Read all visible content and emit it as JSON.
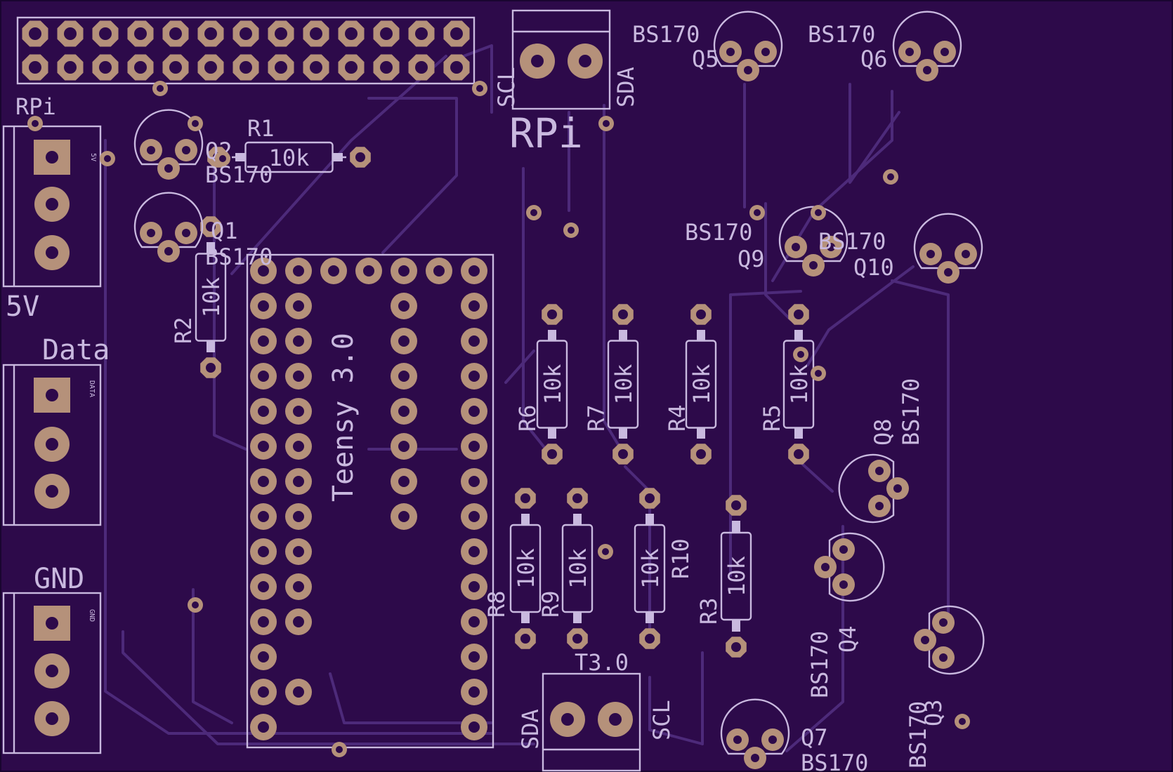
{
  "colors": {
    "board": "#2d0a4a",
    "silk": "#c9b9df",
    "trace": "#4d2a7a",
    "pad": "#b5917a",
    "edge": "#1a0530"
  },
  "labels": {
    "rpi_small": "RPi",
    "rpi_header": "RPi",
    "power_5v": "5V",
    "data": "Data",
    "gnd": "GND",
    "tiny_5v": "5V",
    "tiny_data": "DATA",
    "tiny_gnd": "GND",
    "teensy": "Teensy 3.0",
    "t30": "T3.0",
    "scl_top": "SCL",
    "sda_top": "SDA",
    "sda_bottom": "SDA",
    "scl_bottom": "SCL"
  },
  "resistors": [
    {
      "ref": "R1",
      "value": "10k"
    },
    {
      "ref": "R2",
      "value": "10k"
    },
    {
      "ref": "R3",
      "value": "10k"
    },
    {
      "ref": "R4",
      "value": "10k"
    },
    {
      "ref": "R5",
      "value": "10k"
    },
    {
      "ref": "R6",
      "value": "10k"
    },
    {
      "ref": "R7",
      "value": "10k"
    },
    {
      "ref": "R8",
      "value": "10k"
    },
    {
      "ref": "R9",
      "value": "10k"
    },
    {
      "ref": "R10",
      "value": "10k"
    }
  ],
  "transistors": [
    {
      "ref": "Q1",
      "part": "BS170"
    },
    {
      "ref": "Q2",
      "part": "BS170"
    },
    {
      "ref": "Q3",
      "part": "BS170"
    },
    {
      "ref": "Q4",
      "part": "BS170"
    },
    {
      "ref": "Q5",
      "part": "BS170"
    },
    {
      "ref": "Q6",
      "part": "BS170"
    },
    {
      "ref": "Q7",
      "part": "BS170"
    },
    {
      "ref": "Q8",
      "part": "BS170"
    },
    {
      "ref": "Q9",
      "part": "BS170"
    },
    {
      "ref": "Q10",
      "part": "BS170"
    }
  ]
}
